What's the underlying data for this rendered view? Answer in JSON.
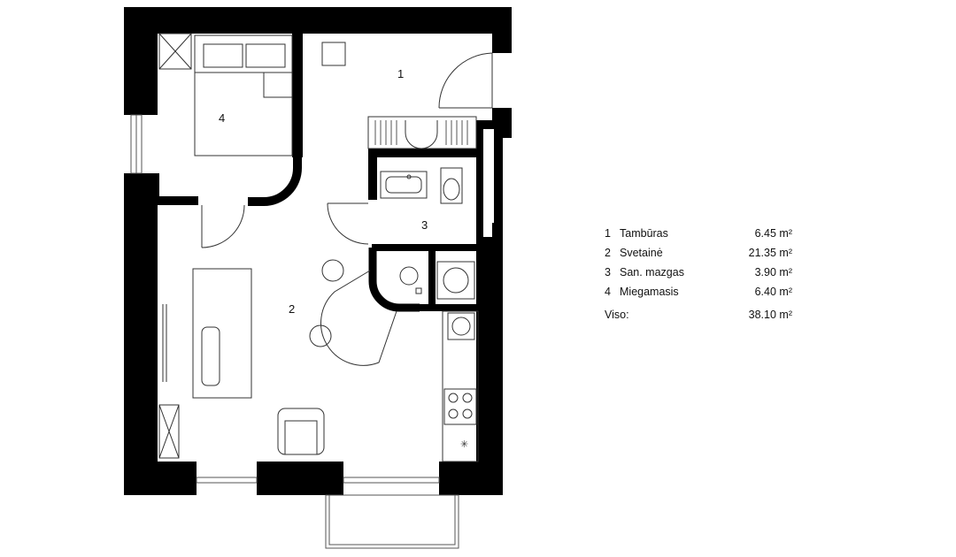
{
  "plan": {
    "room_labels": [
      "1",
      "2",
      "3",
      "4"
    ]
  },
  "legend": {
    "rooms": [
      {
        "number": "1",
        "name": "Tambūras",
        "area": "6.45 m²"
      },
      {
        "number": "2",
        "name": "Svetainė",
        "area": "21.35 m²"
      },
      {
        "number": "3",
        "name": "San. mazgas",
        "area": "3.90 m²"
      },
      {
        "number": "4",
        "name": "Miegamasis",
        "area": "6.40 m²"
      }
    ],
    "total_label": "Viso:",
    "total_value": "38.10 m²"
  },
  "colors": {
    "wall": "#000000",
    "line": "#222222",
    "background": "#ffffff"
  }
}
